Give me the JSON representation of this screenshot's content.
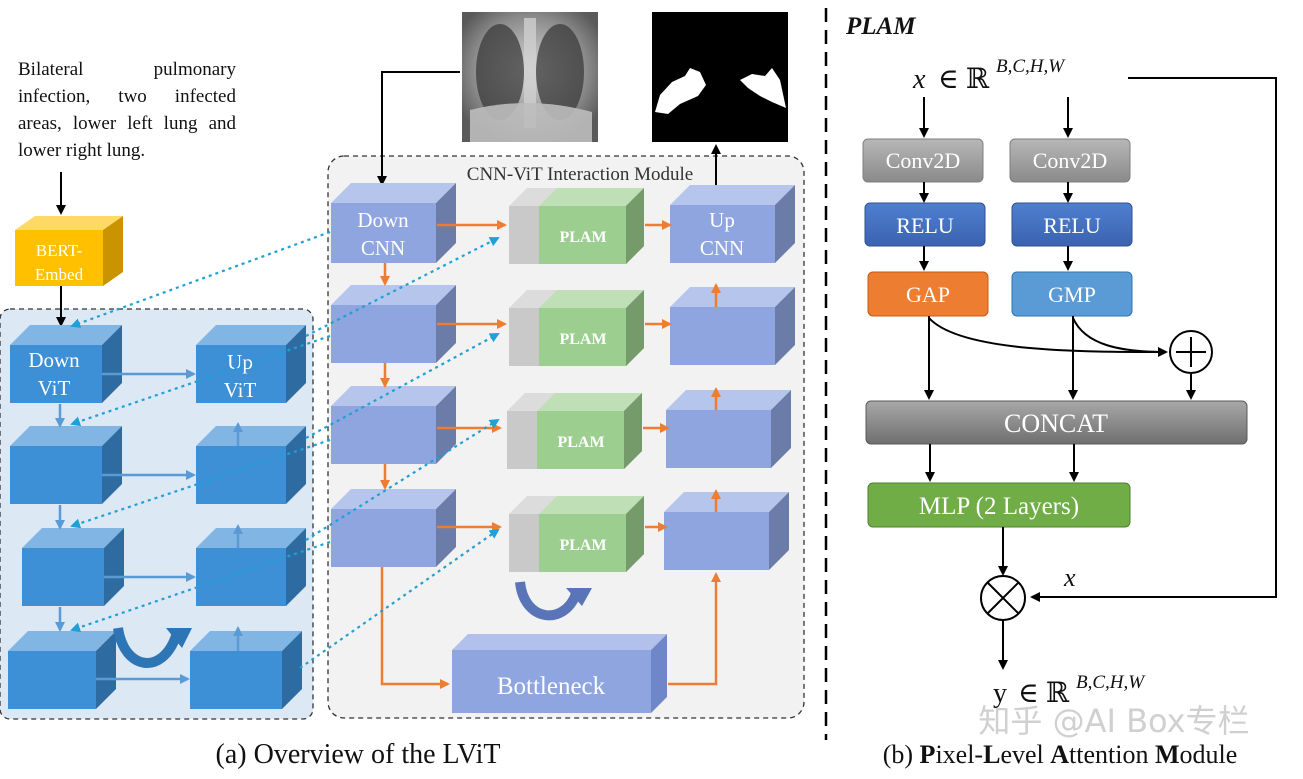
{
  "description_text": "Bilateral pulmonary infection, two infected areas, lower left lung and lower right lung.",
  "bert_label_line1": "BERT-",
  "bert_label_line2": "Embed",
  "cnn_vit_module_title": "CNN-ViT Interaction Module",
  "down_vit_line1": "Down",
  "down_vit_line2": "ViT",
  "up_vit_line1": "Up",
  "up_vit_line2": "ViT",
  "down_cnn_line1": "Down",
  "down_cnn_line2": "CNN",
  "up_cnn_line1": "Up",
  "up_cnn_line2": "CNN",
  "plam_block_label": "PLAM",
  "bottleneck_label": "Bottleneck",
  "caption_a": "(a) Overview of the LViT",
  "plam_title": "PLAM",
  "input_expr": "x ∈ ℝ^{B,C,H,W}",
  "input_x": "x",
  "input_in": "∈ ℝ",
  "input_sup": "B,C,H,W",
  "conv_left": "Conv2D",
  "conv_right": "Conv2D",
  "relu_left": "RELU",
  "relu_right": "RELU",
  "gap_label": "GAP",
  "gmp_label": "GMP",
  "concat_label": "CONCAT",
  "mlp_label": "MLP (2 Layers)",
  "skip_x_label": "x",
  "output_expr": "y ∈ ℝ^{B,C,H,W}",
  "output_y": "y",
  "output_in": "∈ ℝ",
  "output_sup": "B,C,H,W",
  "caption_b": "(b) Pixel-Level Attention Module",
  "caption_b_parts": [
    {
      "text": "(b) ",
      "bold": false
    },
    {
      "text": "P",
      "bold": true
    },
    {
      "text": "ixel-",
      "bold": false
    },
    {
      "text": "L",
      "bold": true
    },
    {
      "text": "evel ",
      "bold": false
    },
    {
      "text": "A",
      "bold": true
    },
    {
      "text": "ttention ",
      "bold": false
    },
    {
      "text": "M",
      "bold": true
    },
    {
      "text": "odule",
      "bold": false
    }
  ],
  "watermark": "知乎 @AI Box专栏",
  "colors": {
    "vit_block": "#3d8fd6",
    "cnn_block": "#8ea5e0",
    "plam_green": "#9ccf8f",
    "bert_yellow": "#ffc000",
    "skip_orange": "#ed7d31",
    "conv_gray": "#a6a6a6",
    "relu_blue": "#4472c4",
    "gap_orange": "#ed7d31",
    "gmp_blue": "#5b9bd5",
    "mlp_green": "#70ad47",
    "dotted_cyan": "#1ea0d8"
  }
}
